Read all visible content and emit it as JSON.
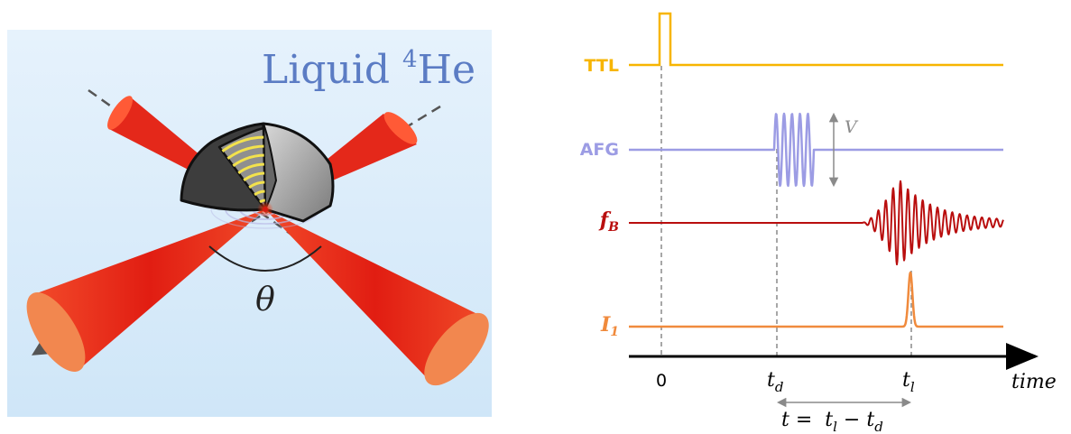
{
  "left_panel": {
    "title_main": "Liquid ",
    "title_superscript": "4",
    "title_element": "He",
    "angle_label": "θ",
    "colors": {
      "background": "#d6ebfb",
      "title": "#5b7cc4",
      "beam": "#e52a1c",
      "shell_dark": "#4a4a4a",
      "shell_light": "#9c9c9c",
      "wave": "#e9d54a"
    }
  },
  "right_panel": {
    "signals": [
      {
        "name": "TTL",
        "color": "#f7b500"
      },
      {
        "name": "AFG",
        "color": "#9c9ce4"
      },
      {
        "name_main": "f",
        "name_sub": "B",
        "color": "#b90e0e"
      },
      {
        "name_main": "I",
        "name_sub": "1",
        "color": "#f08a3c"
      }
    ],
    "amplitude_label": "V",
    "axis": {
      "label": "time",
      "tick_zero": "0",
      "tick_td_main": "t",
      "tick_td_sub": "d",
      "tick_tl_main": "t",
      "tick_tl_sub": "l"
    },
    "delay_formula": {
      "lhs": "t",
      "eq": " =  ",
      "a_main": "t",
      "a_sub": "l",
      "minus": " − ",
      "b_main": "t",
      "b_sub": "d"
    }
  }
}
